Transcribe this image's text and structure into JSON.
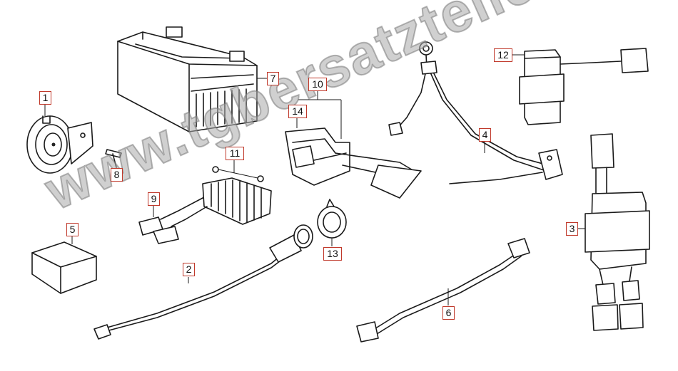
{
  "watermark": "www.tgbersatzteile.de",
  "callouts": {
    "c1": "1",
    "c2": "2",
    "c3": "3",
    "c4": "4",
    "c5": "5",
    "c6": "6",
    "c7": "7",
    "c8": "8",
    "c9": "9",
    "c10": "10",
    "c11": "11",
    "c12": "12",
    "c13": "13",
    "c14": "14"
  },
  "colors": {
    "callout_border": "#c0392b",
    "line": "#1a1a1a",
    "watermark": "#aaaaaa"
  }
}
